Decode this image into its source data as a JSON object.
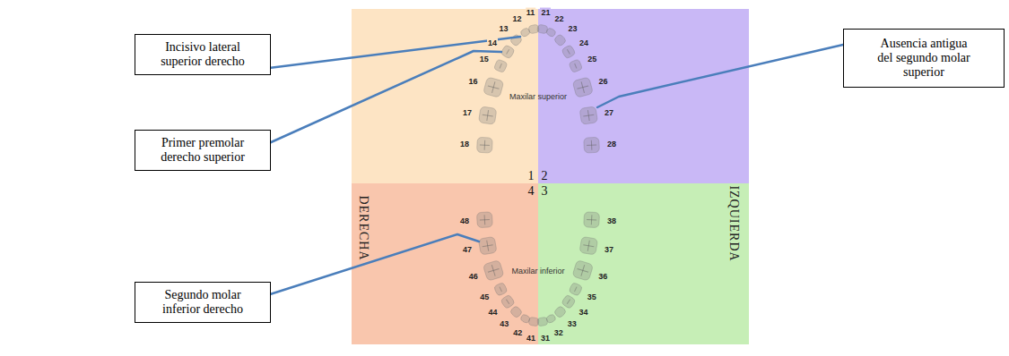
{
  "diagram": {
    "nodes": [
      {
        "text": [
          "Incisivo lateral superior derecho"
        ]
      },
      {
        "text": [
          "Ausencia antigua del segundo molar superior"
        ]
      },
      {
        "text": [
          "Primer premolar derecho superior"
        ]
      },
      {
        "text": [
          "Segundo molar inferior derecho"
        ]
      }
    ],
    "labels": [
      "11",
      "12",
      "13",
      "14",
      "15",
      "16",
      "17",
      "18",
      "21",
      "22",
      "23",
      "24",
      "25",
      "26",
      "27",
      "28",
      "31",
      "32",
      "33",
      "34",
      "35",
      "36",
      "37",
      "38",
      "41",
      "42",
      "43",
      "44",
      "45",
      "46",
      "47",
      "48",
      "Maxilar superior",
      "Maxilar inferior",
      "1",
      "2",
      "4",
      "3",
      "DERECHA",
      "IZQUIERDA"
    ]
  }
}
